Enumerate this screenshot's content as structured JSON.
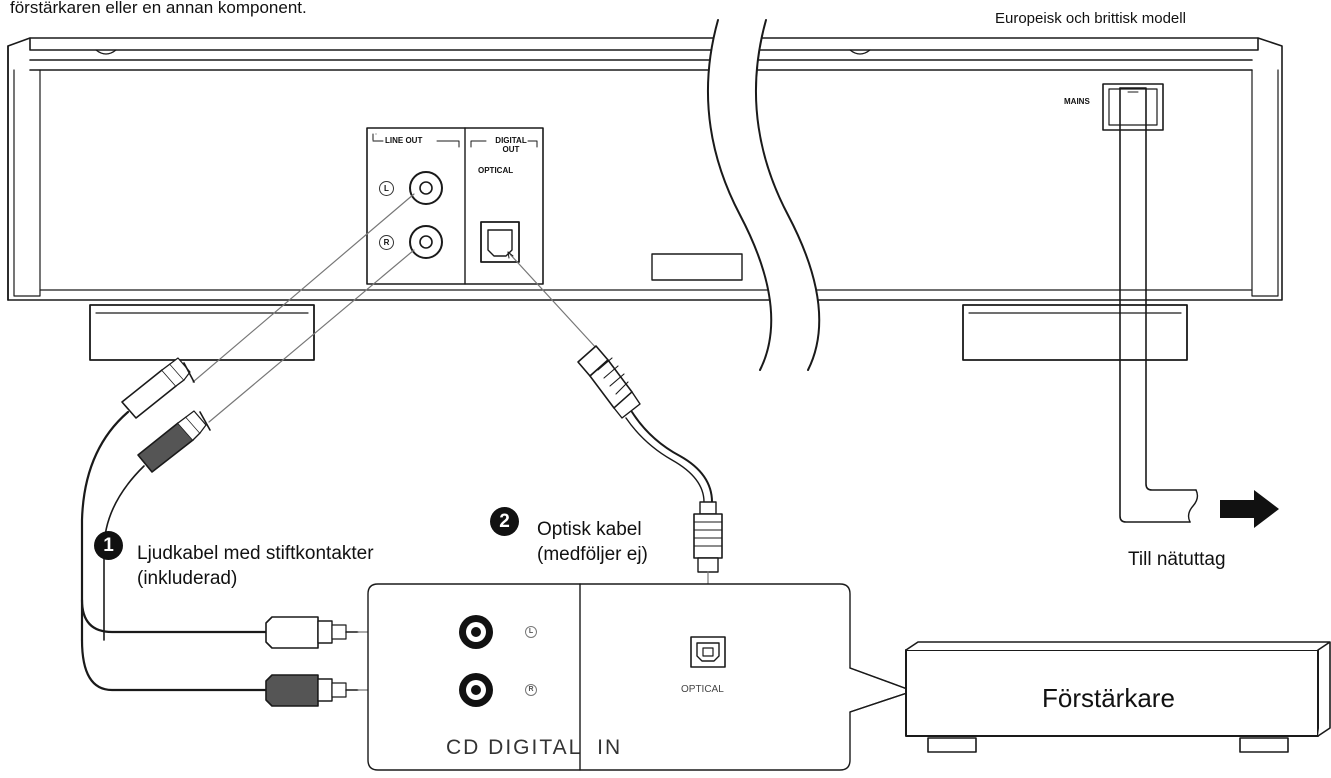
{
  "header": {
    "intro_tail": "förstärkaren eller en annan komponent.",
    "model_note": "Europeisk och brittisk modell"
  },
  "player_panel": {
    "mains_label": "MAINS",
    "line_out_label": "LINE OUT",
    "digital_out_label": "DIGITAL OUT",
    "optical_label": "OPTICAL",
    "left_mark": "L",
    "right_mark": "R"
  },
  "callouts": {
    "cable_1": {
      "number": "1",
      "title": "Ljudkabel med stiftkontakter",
      "subtitle": "(inkluderad)"
    },
    "cable_2": {
      "number": "2",
      "title": "Optisk kabel",
      "subtitle": "(medföljer ej)"
    },
    "power": "Till nätuttag"
  },
  "amplifier": {
    "name": "Förstärkare",
    "input_group": "CD DIGITAL  IN",
    "optical_label": "OPTICAL",
    "left_mark": "L",
    "right_mark": "R"
  },
  "colors": {
    "line": "#1a1a1a",
    "connector_dark": "#555555",
    "background": "#ffffff"
  }
}
